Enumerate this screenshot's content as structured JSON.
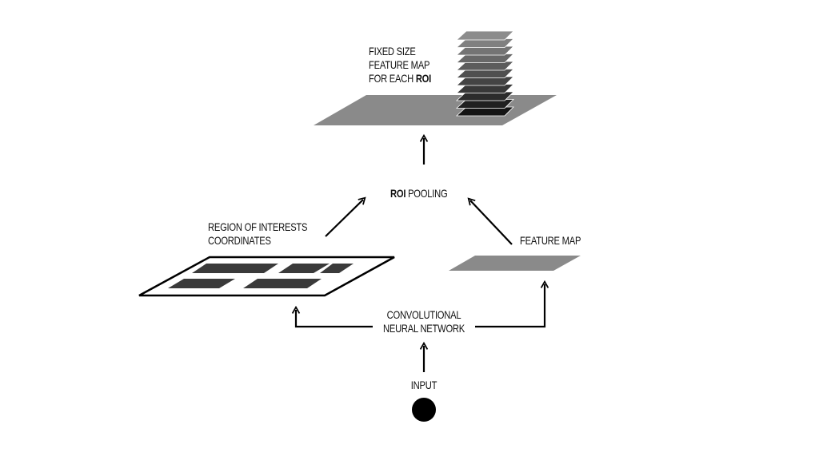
{
  "labels": {
    "fixed_line1": "Fixed size",
    "fixed_line2": "feature map",
    "fixed_line3_prefix": "for each ",
    "fixed_line3_bold": "ROI",
    "roi_pool_bold": "ROI",
    "roi_pool_rest": " pooling",
    "region_line1": "Region of interests",
    "region_line2": "coordinates",
    "feature_map": "Feature map",
    "cnn_line1": "Convolutional",
    "cnn_line2": "neural network",
    "input": "Input"
  },
  "colors": {
    "ink": "#000000",
    "plane": "#8a8a8a",
    "roi_rect": "#3a3a3a"
  }
}
